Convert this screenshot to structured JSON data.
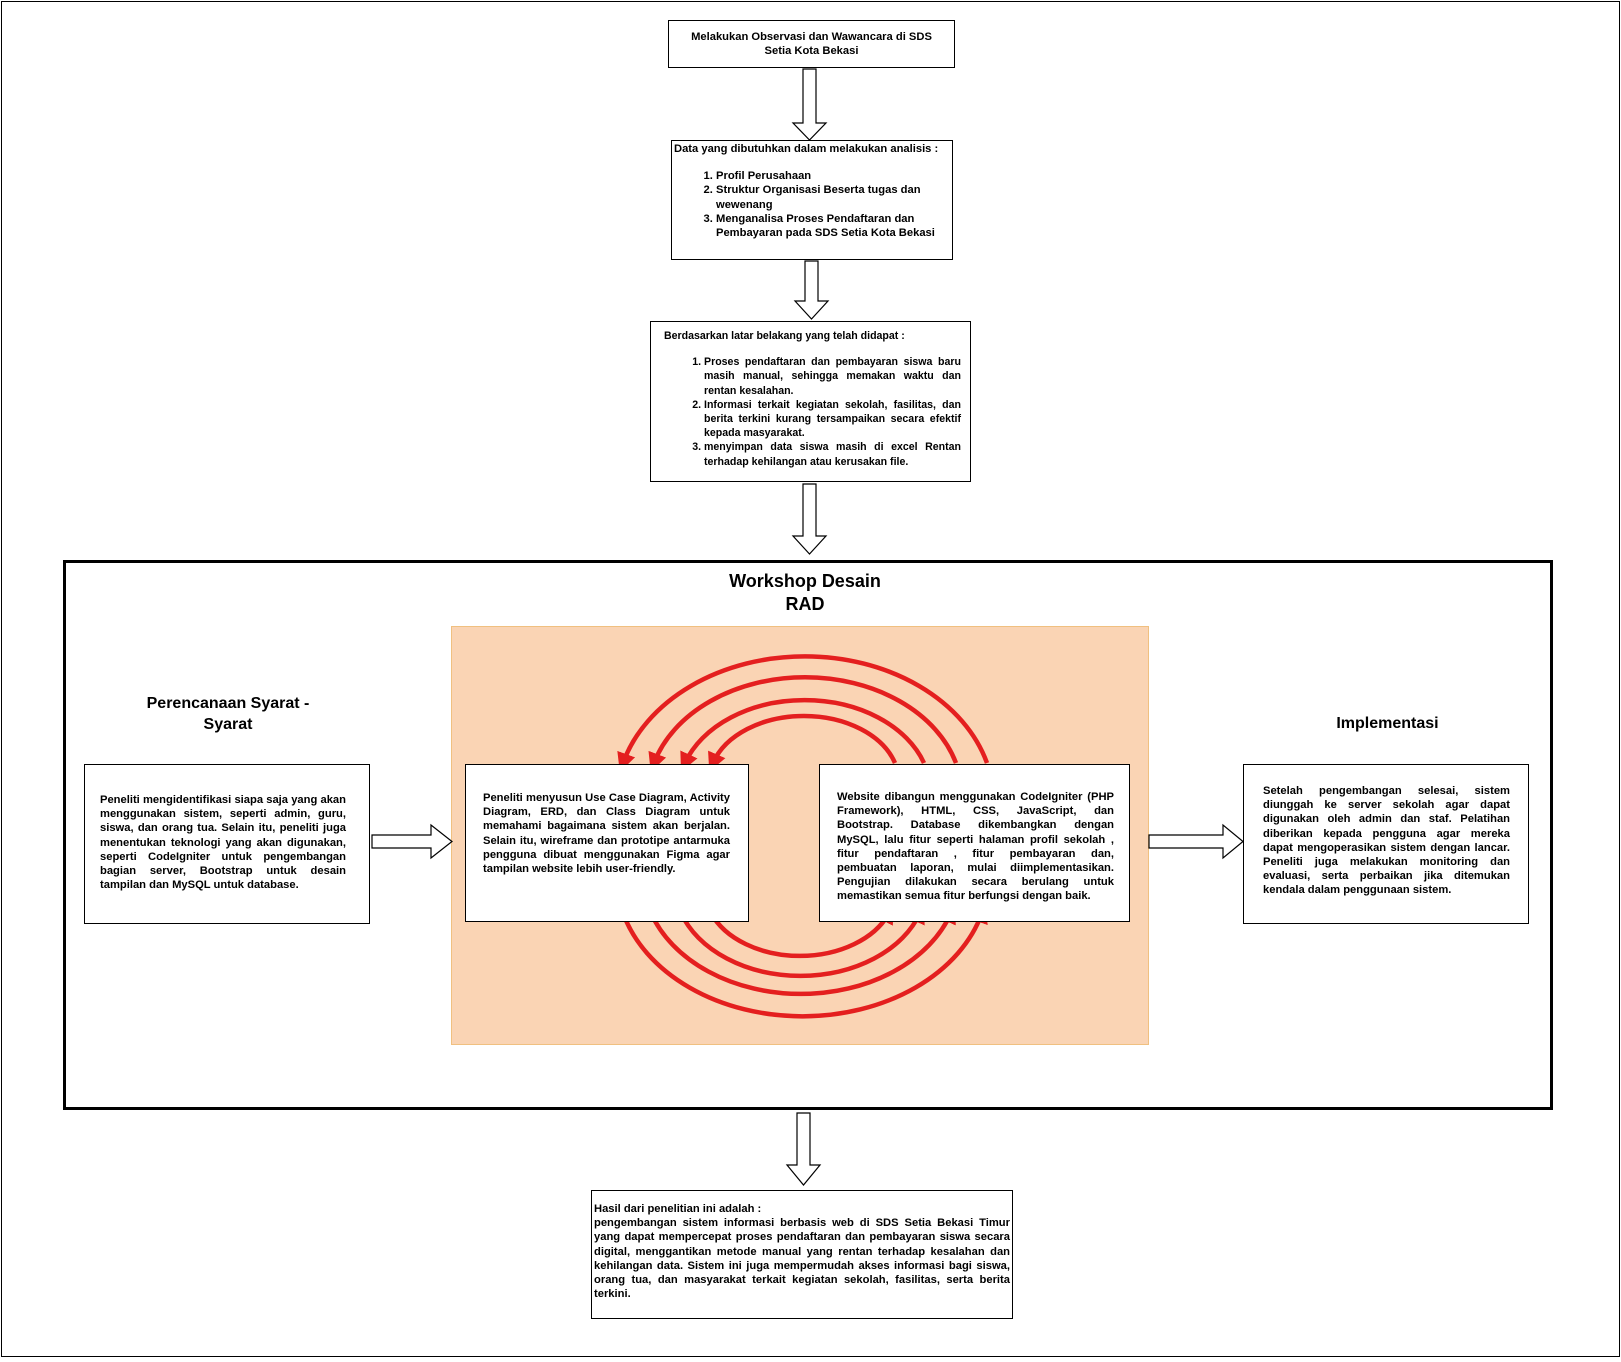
{
  "step1": {
    "text": "Melakukan Observasi dan Wawancara di SDS Setia Kota Bekasi"
  },
  "step2": {
    "intro": "Data yang dibutuhkan dalam melakukan analisis :",
    "items": [
      "Profil Perusahaan",
      "Struktur Organisasi Beserta tugas dan wewenang",
      "Menganalisa Proses Pendaftaran dan Pembayaran pada SDS Setia Kota Bekasi"
    ]
  },
  "step3": {
    "intro": "Berdasarkan latar belakang yang telah didapat  :",
    "items": [
      "Proses pendaftaran dan pembayaran siswa baru masih manual, sehingga memakan waktu dan rentan kesalahan.",
      "Informasi terkait kegiatan sekolah, fasilitas, dan berita terkini kurang tersampaikan secara efektif kepada masyarakat.",
      "menyimpan data siswa masih di excel Rentan terhadap kehilangan atau kerusakan file."
    ]
  },
  "workshop": {
    "title_line1": "Workshop Desain",
    "title_line2": "RAD",
    "design_text": "Peneliti menyusun Use Case Diagram, Activity Diagram, ERD, dan Class Diagram untuk memahami bagaimana sistem akan berjalan. Selain itu, wireframe dan prototipe antarmuka pengguna dibuat menggunakan Figma agar tampilan website lebih user-friendly.",
    "build_text": "Website dibangun menggunakan CodeIgniter (PHP Framework), HTML, CSS, JavaScript, dan Bootstrap. Database dikembangkan dengan MySQL, lalu fitur seperti halaman profil sekolah , fitur pendaftaran , fitur pembayaran dan, pembuatan laporan, mulai diimplementasikan. Pengujian dilakukan secara berulang untuk memastikan semua fitur berfungsi dengan baik.",
    "cycle_color": "#e41f1f",
    "cycle_bg_color": "#fad4b4"
  },
  "planning": {
    "title_line1": "Perencanaan Syarat -",
    "title_line2": "Syarat",
    "text": "Peneliti mengidentifikasi siapa saja yang akan menggunakan sistem, seperti admin, guru, siswa, dan orang tua. Selain itu, peneliti juga menentukan teknologi yang akan digunakan, seperti CodeIgniter untuk pengembangan bagian server, Bootstrap untuk desain tampilan dan MySQL untuk database."
  },
  "implementation": {
    "title": "Implementasi",
    "text": "Setelah pengembangan selesai, sistem diunggah ke server sekolah agar dapat digunakan oleh admin dan staf. Pelatihan diberikan kepada pengguna agar mereka dapat mengoperasikan sistem dengan lancar. Peneliti juga melakukan monitoring dan evaluasi, serta perbaikan jika ditemukan kendala dalam penggunaan sistem."
  },
  "result": {
    "intro": "Hasil dari penelitian ini adalah :",
    "text": "pengembangan sistem informasi berbasis web di SDS Setia Bekasi Timur yang dapat mempercepat proses pendaftaran dan pembayaran siswa secara digital, menggantikan metode manual yang rentan terhadap kesalahan dan kehilangan data. Sistem ini juga mempermudah akses informasi bagi siswa, orang tua, dan masyarakat terkait kegiatan sekolah, fasilitas, serta berita terkini."
  }
}
